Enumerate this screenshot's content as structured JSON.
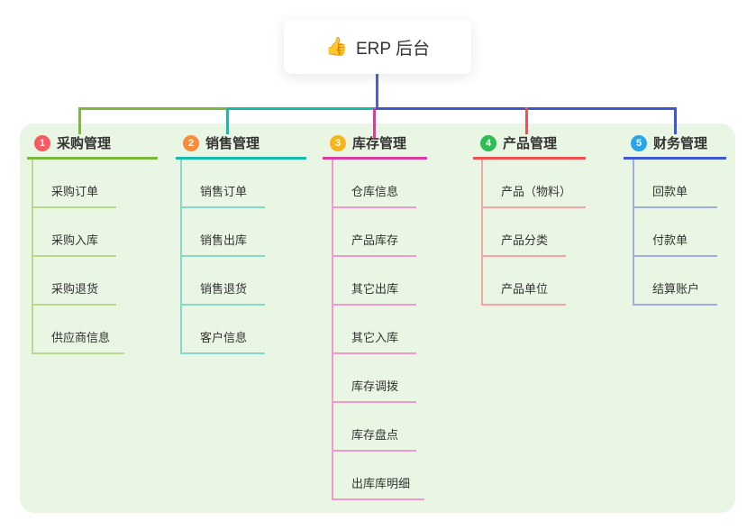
{
  "root": {
    "icon": "👍",
    "label": "ERP 后台"
  },
  "colors": {
    "branch1": "#7db83e",
    "branch1_light": "#b5da8c",
    "badge1": "#f65a62",
    "branch2": "#16bcab",
    "branch2_light": "#86d8cd",
    "badge2": "#f88c3c",
    "branch3": "#dd3aa2",
    "branch3_light": "#f397cd",
    "badge3": "#f7b41c",
    "branch4": "#f25050",
    "branch4_light": "#f9a3a3",
    "badge4": "#2ebc55",
    "branch5": "#4058cf",
    "branch5_light": "#9dafe2",
    "badge5": "#29a5e9",
    "root_connector": "#4f5fd5",
    "canvas_panel": "#eaf6e4"
  },
  "branches": [
    {
      "number": "1",
      "label": "采购管理",
      "items": [
        "采购订单",
        "采购入库",
        "采购退货",
        "供应商信息"
      ]
    },
    {
      "number": "2",
      "label": "销售管理",
      "items": [
        "销售订单",
        "销售出库",
        "销售退货",
        "客户信息"
      ]
    },
    {
      "number": "3",
      "label": "库存管理",
      "items": [
        "仓库信息",
        "产品库存",
        "其它出库",
        "其它入库",
        "库存调拨",
        "库存盘点",
        "出库库明细"
      ]
    },
    {
      "number": "4",
      "label": "产品管理",
      "items": [
        "产品（物料）",
        "产品分类",
        "产品单位"
      ]
    },
    {
      "number": "5",
      "label": "财务管理",
      "items": [
        "回款单",
        "付款单",
        "结算账户"
      ]
    }
  ]
}
